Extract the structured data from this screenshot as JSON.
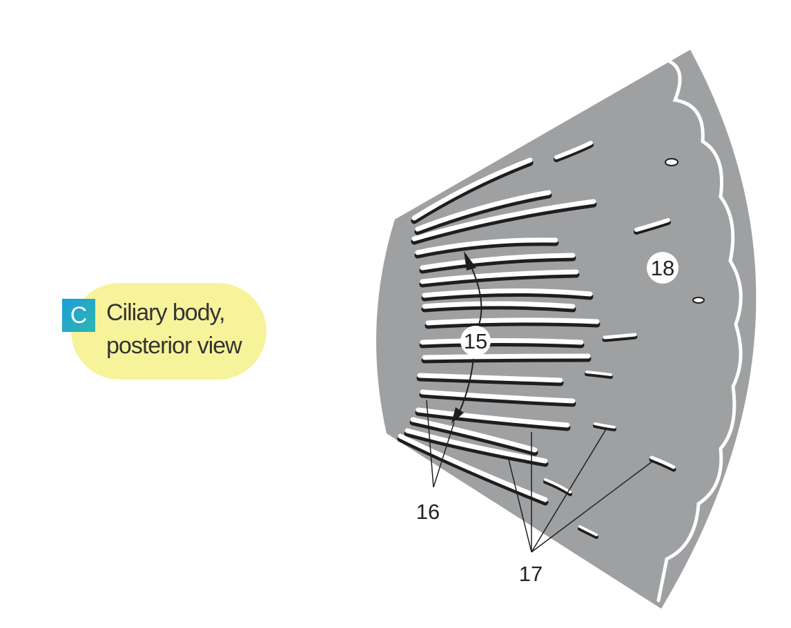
{
  "figure": {
    "panel_letter": "C",
    "caption_line1": "Ciliary body,",
    "caption_line2": "posterior view",
    "labels": {
      "l15": "15",
      "l16": "16",
      "l17": "17",
      "l18": "18"
    }
  },
  "colors": {
    "tissue": "#9ea0a2",
    "ridge": "#ffffff",
    "ridge_shadow": "#1e1e1e",
    "caption_bg": "#f7f39a",
    "badge": "#1a9fd8"
  }
}
